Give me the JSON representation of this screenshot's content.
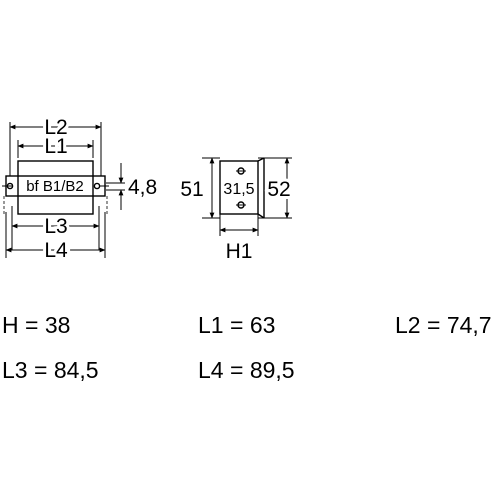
{
  "front_view": {
    "dim_L2": "L2",
    "dim_L1": "L1",
    "dim_L3": "L3",
    "dim_L4": "L4",
    "dim_4_8": "4,8",
    "body_label": "bf B1/B2"
  },
  "side_view": {
    "dim_51": "51",
    "dim_52": "52",
    "dim_31_5": "31,5",
    "dim_H1": "H1"
  },
  "specs": [
    {
      "key": "H",
      "value": "38"
    },
    {
      "key": "L1",
      "value": "63"
    },
    {
      "key": "L2",
      "value": "74,7"
    },
    {
      "key": "L3",
      "value": "84,5"
    },
    {
      "key": "L4",
      "value": "89,5"
    }
  ]
}
